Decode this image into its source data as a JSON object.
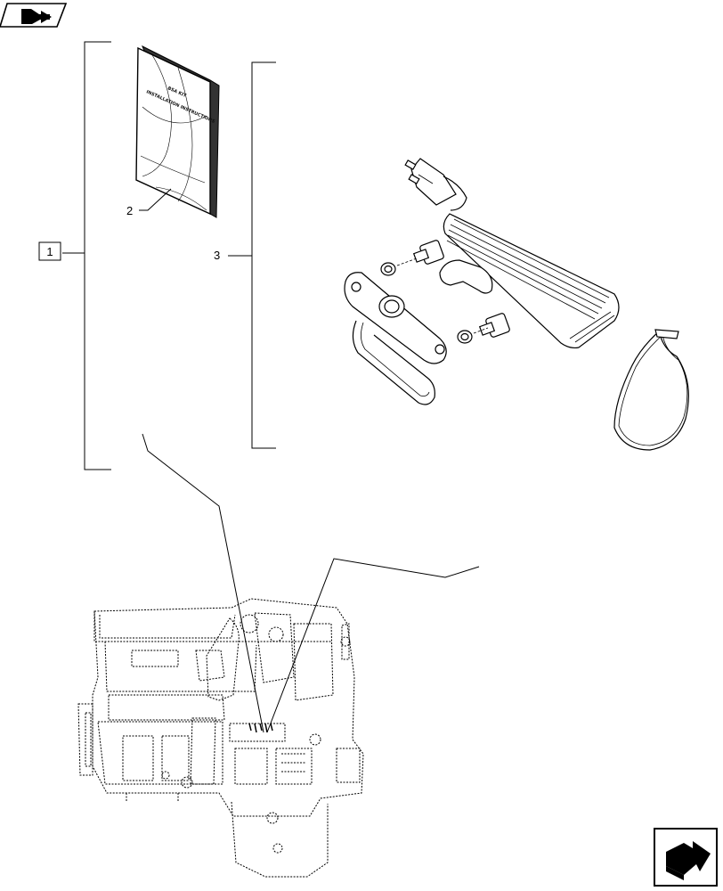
{
  "callouts": {
    "kit": "1",
    "instructions": "2",
    "heater": "3"
  },
  "booklet": {
    "line1": "BSA KIT",
    "line2": "INSTALLATION INSTRUCTIONS"
  },
  "icons": {
    "top_left": "prev-page-arrow-icon",
    "bottom_right": "next-page-arrow-icon"
  }
}
